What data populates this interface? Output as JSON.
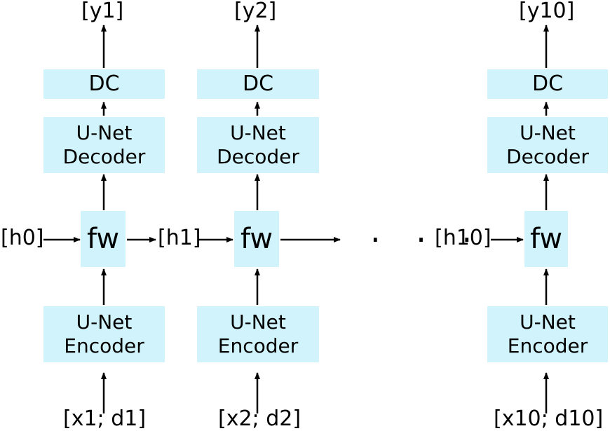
{
  "columns": [
    {
      "output": "[y1]",
      "dc": "DC",
      "decoder_line1": "U-Net",
      "decoder_line2": "Decoder",
      "fw": "fw",
      "encoder_line1": "U-Net",
      "encoder_line2": "Encoder",
      "input": "[x1; d1]"
    },
    {
      "output": "[y2]",
      "dc": "DC",
      "decoder_line1": "U-Net",
      "decoder_line2": "Decoder",
      "fw": "fw",
      "encoder_line1": "U-Net",
      "encoder_line2": "Encoder",
      "input": "[x2; d2]"
    },
    {
      "output": "[y10]",
      "dc": "DC",
      "decoder_line1": "U-Net",
      "decoder_line2": "Decoder",
      "fw": "fw",
      "encoder_line1": "U-Net",
      "encoder_line2": "Encoder",
      "input": "[x10; d10]"
    }
  ],
  "hidden_states": [
    "[h0]",
    "[h1]",
    "[h10]"
  ],
  "ellipsis": "· · ·",
  "colors": {
    "box_fill": "#d1f3fb",
    "arrow": "#000000"
  }
}
